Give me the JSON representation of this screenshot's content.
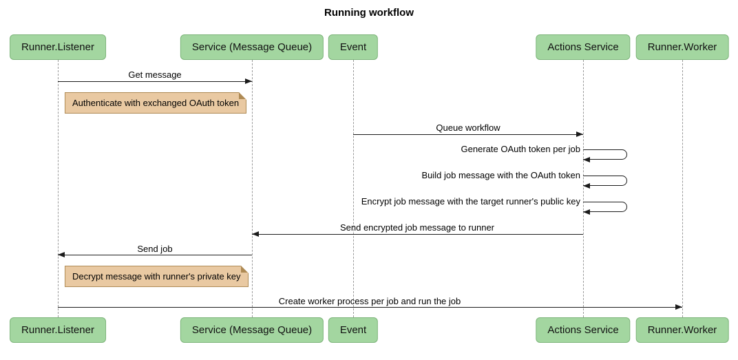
{
  "title": "Running workflow",
  "participants": [
    {
      "label": "Runner.Listener"
    },
    {
      "label": "Service (Message Queue)"
    },
    {
      "label": "Event"
    },
    {
      "label": "Actions Service"
    },
    {
      "label": "Runner.Worker"
    }
  ],
  "messages": [
    {
      "label": "Get message",
      "from": "Runner.Listener",
      "to": "Service (Message Queue)"
    },
    {
      "label": "Queue workflow",
      "from": "Event",
      "to": "Actions Service"
    },
    {
      "label": "Generate OAuth token per job",
      "from": "Actions Service",
      "to": "Actions Service"
    },
    {
      "label": "Build job message with the OAuth token",
      "from": "Actions Service",
      "to": "Actions Service"
    },
    {
      "label": "Encrypt job message with the target runner's public key",
      "from": "Actions Service",
      "to": "Actions Service"
    },
    {
      "label": "Send encrypted job message to runner",
      "from": "Actions Service",
      "to": "Service (Message Queue)"
    },
    {
      "label": "Send job",
      "from": "Service (Message Queue)",
      "to": "Runner.Listener"
    },
    {
      "label": "Create worker process per job and run the job",
      "from": "Runner.Listener",
      "to": "Runner.Worker"
    }
  ],
  "notes": [
    {
      "label": "Authenticate with exchanged OAuth token"
    },
    {
      "label": "Decrypt message with runner's private key"
    }
  ],
  "colors": {
    "actor_fill": "#a3d6a0",
    "actor_border": "#7cb479",
    "note_fill": "#e9c9a2",
    "note_border": "#ae8a54",
    "line": "#1b1b1b",
    "lifeline": "#999999"
  }
}
